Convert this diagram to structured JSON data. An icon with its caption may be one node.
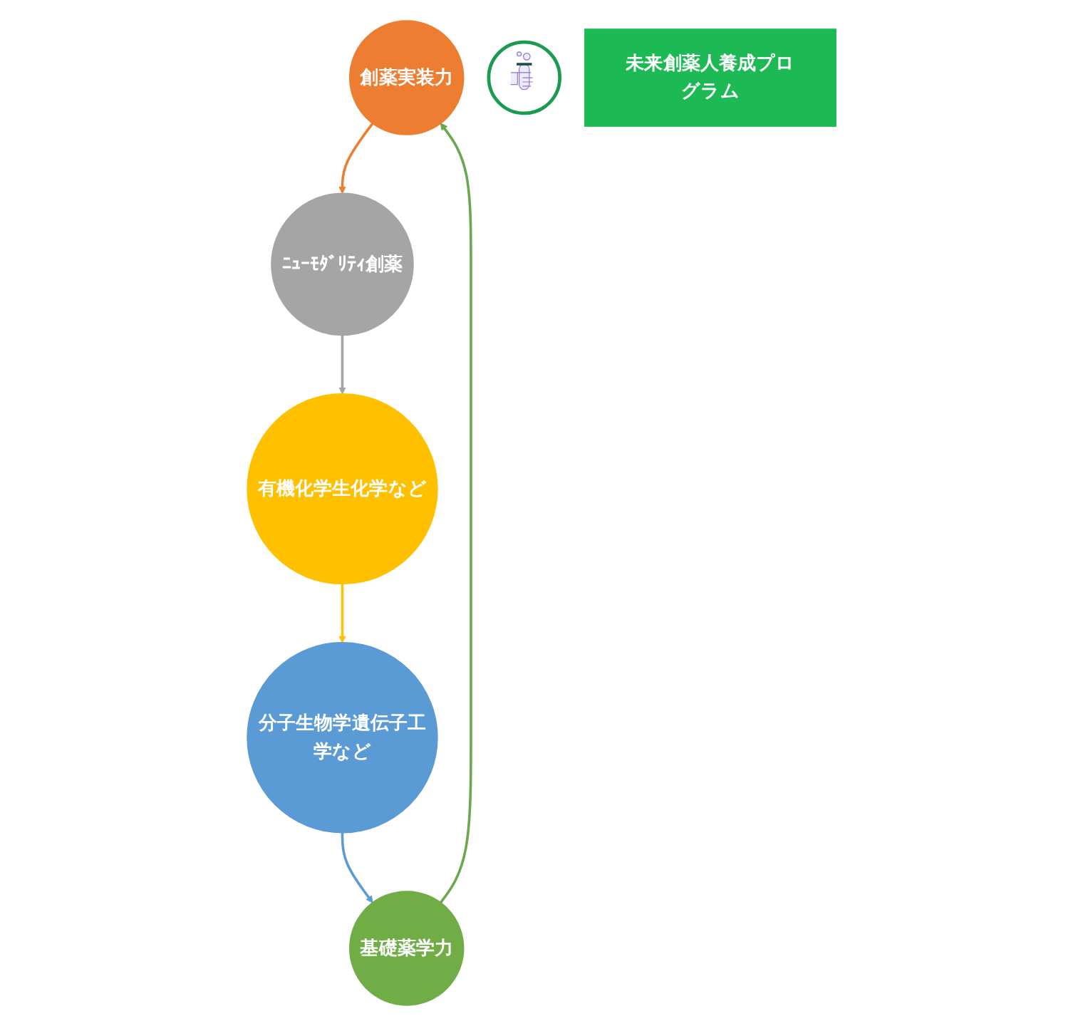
{
  "diagram": {
    "nodes": [
      {
        "text": [
          "創薬実装力"
        ]
      },
      {
        "text": [
          "ﾆｭｰﾓﾀﾞﾘﾃｨ創薬"
        ]
      },
      {
        "text": [
          "有機化学生化学など"
        ]
      },
      {
        "text": [
          "分子生物学遺伝子工学など"
        ]
      },
      {
        "text": [
          "基礎薬学力"
        ]
      },
      {
        "text": [],
        "shape": "circle"
      },
      {
        "text": [
          "未来創薬人養成プログラム"
        ]
      }
    ],
    "edges": [
      {
        "from": 4,
        "to": 0,
        "arrow": "to",
        "color": "#6aa84f"
      },
      {
        "from": 0,
        "to": 1,
        "arrow": "to",
        "color": "#ed7d31"
      },
      {
        "from": 1,
        "to": 2,
        "arrow": "to",
        "color": "#a5a5a5"
      },
      {
        "from": 2,
        "to": 3,
        "arrow": "to",
        "color": "#ffc000"
      },
      {
        "from": 3,
        "to": 4,
        "arrow": "to",
        "color": "#5b9bd5"
      }
    ]
  }
}
